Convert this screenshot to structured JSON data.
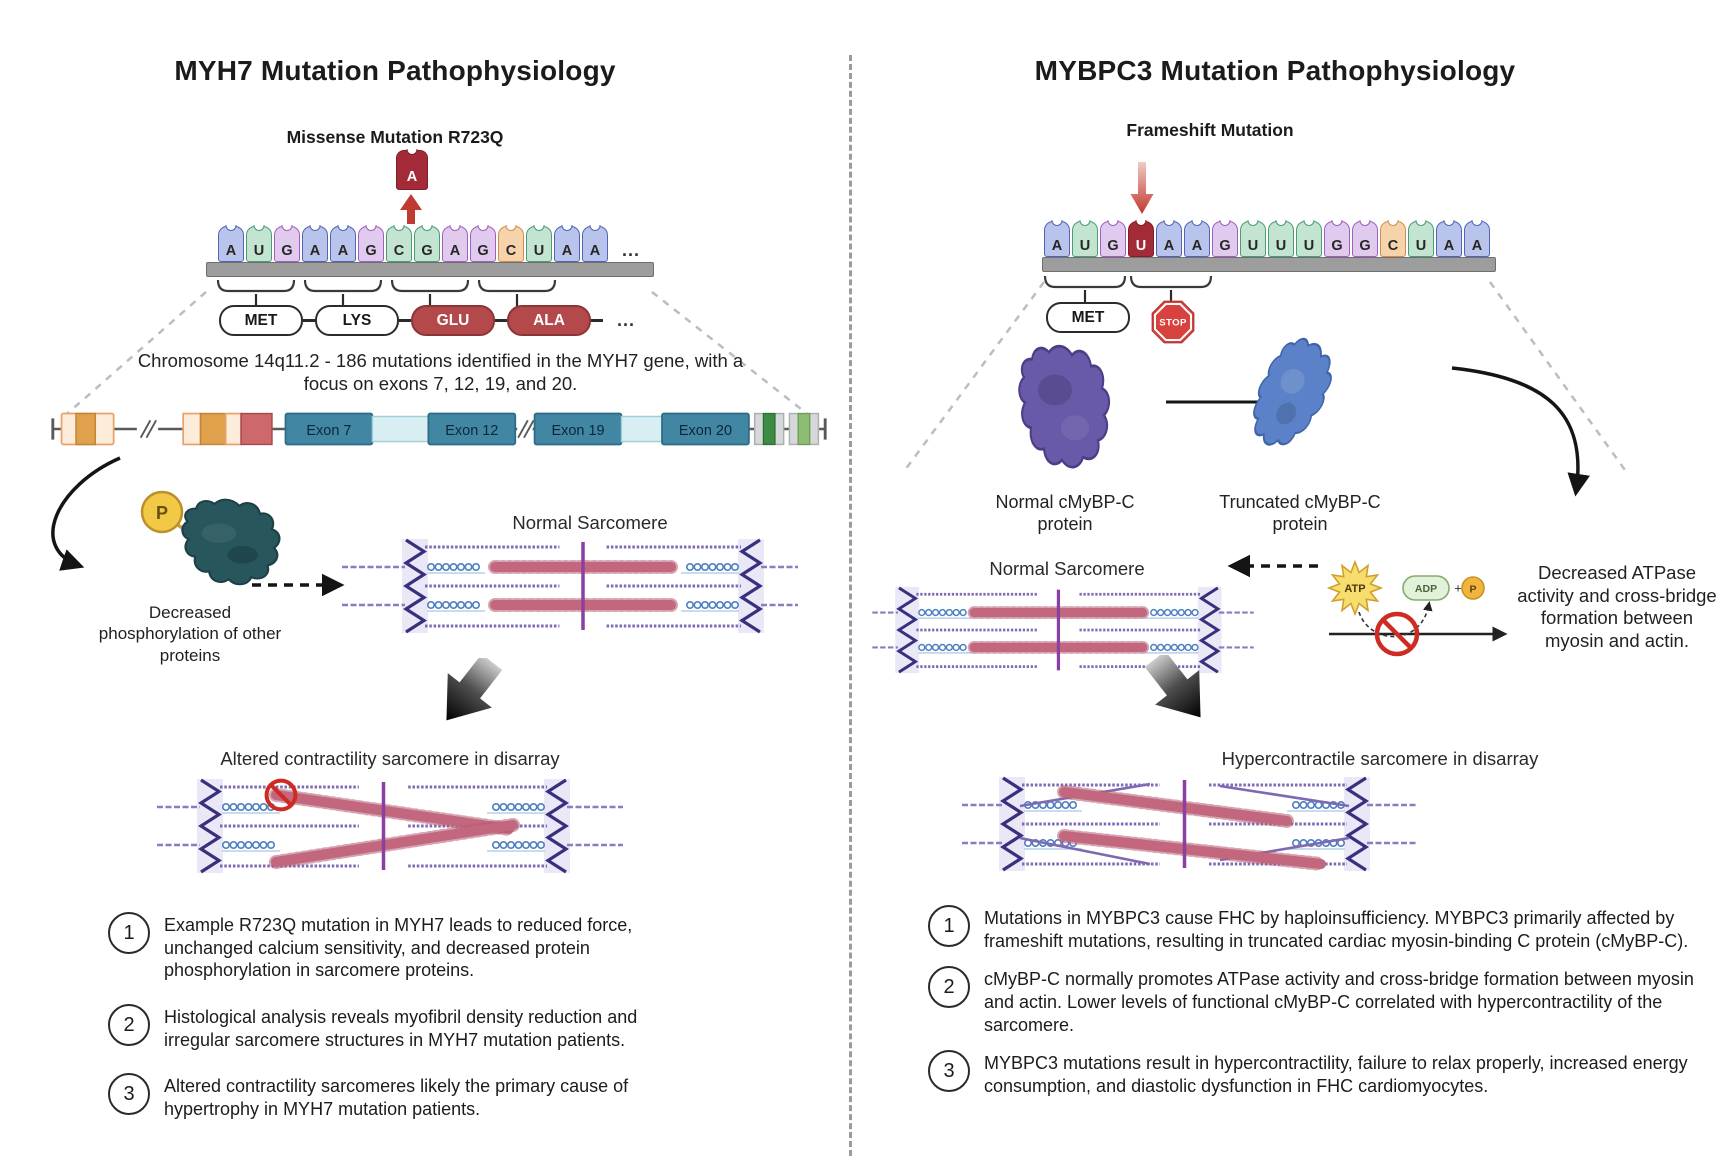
{
  "left": {
    "title": "MYH7 Mutation Pathophysiology",
    "subtitle": "Missense Mutation R723Q",
    "inserted_base": "A",
    "sequence": [
      {
        "base": "A",
        "color": "blue"
      },
      {
        "base": "U",
        "color": "green"
      },
      {
        "base": "G",
        "color": "purple"
      },
      {
        "base": "A",
        "color": "blue"
      },
      {
        "base": "A",
        "color": "blue"
      },
      {
        "base": "G",
        "color": "purple"
      },
      {
        "base": "C",
        "color": "green"
      },
      {
        "base": "G",
        "color": "green"
      },
      {
        "base": "A",
        "color": "purple"
      },
      {
        "base": "G",
        "color": "purple"
      },
      {
        "base": "C",
        "color": "orange"
      },
      {
        "base": "U",
        "color": "green"
      },
      {
        "base": "A",
        "color": "blue"
      },
      {
        "base": "A",
        "color": "blue"
      }
    ],
    "sequence_ellipsis": "...",
    "codons": [
      {
        "label": "MET",
        "mutant": false
      },
      {
        "label": "LYS",
        "mutant": false
      },
      {
        "label": "GLU",
        "mutant": true
      },
      {
        "label": "ALA",
        "mutant": true
      }
    ],
    "codon_ellipsis": "...",
    "chromosome_caption": "Chromosome 14q11.2 - 186 mutations identified in the MYH7 gene, with a focus on exons 7, 12, 19, and 20.",
    "exon_labels": [
      "Exon 7",
      "Exon 12",
      "Exon 19",
      "Exon 20"
    ],
    "phosphate_label": "P",
    "phospho_caption": "Decreased phosphorylation of other proteins",
    "normal_sarcomere_label": "Normal Sarcomere",
    "disarray_label": "Altered contractility sarcomere in disarray",
    "notes": [
      {
        "number": "1",
        "text": "Example R723Q mutation in MYH7 leads to reduced force, unchanged calcium sensitivity, and decreased protein phosphorylation in sarcomere proteins."
      },
      {
        "number": "2",
        "text": "Histological analysis reveals myofibril density reduction and irregular sarcomere structures in MYH7 mutation patients."
      },
      {
        "number": "3",
        "text": "Altered contractility sarcomeres likely the primary cause of hypertrophy in MYH7 mutation patients."
      }
    ]
  },
  "right": {
    "title": "MYBPC3 Mutation Pathophysiology",
    "subtitle": "Frameshift Mutation",
    "sequence": [
      {
        "base": "A",
        "color": "blue"
      },
      {
        "base": "U",
        "color": "green"
      },
      {
        "base": "G",
        "color": "purple"
      },
      {
        "base": "U",
        "color": "red"
      },
      {
        "base": "A",
        "color": "blue"
      },
      {
        "base": "A",
        "color": "blue"
      },
      {
        "base": "G",
        "color": "purple"
      },
      {
        "base": "U",
        "color": "green"
      },
      {
        "base": "U",
        "color": "green"
      },
      {
        "base": "U",
        "color": "green"
      },
      {
        "base": "G",
        "color": "purple"
      },
      {
        "base": "G",
        "color": "purple"
      },
      {
        "base": "C",
        "color": "orange"
      },
      {
        "base": "U",
        "color": "green"
      },
      {
        "base": "A",
        "color": "blue"
      },
      {
        "base": "A",
        "color": "blue"
      }
    ],
    "codons": [
      {
        "label": "MET",
        "mutant": false
      }
    ],
    "stop_label": "STOP",
    "normal_protein_label": "Normal cMyBP-C protein",
    "truncated_protein_label": "Truncated cMyBP-C protein",
    "normal_sarcomere_label": "Normal Sarcomere",
    "atp_label": "ATP",
    "adp_label": "ADP",
    "plus_sign": "+",
    "p_label": "P",
    "atpase_caption": "Decreased ATPase activity and cross-bridge formation between myosin and actin.",
    "disarray_label": "Hypercontractile sarcomere in disarray",
    "notes": [
      {
        "number": "1",
        "text": "Mutations in MYBPC3 cause FHC by haploinsufficiency. MYBPC3 primarily affected by frameshift mutations, resulting in truncated cardiac myosin-binding C protein (cMyBP-C)."
      },
      {
        "number": "2",
        "text": "cMyBP-C normally promotes ATPase activity and cross-bridge formation between myosin and actin. Lower levels of functional cMyBP-C correlated with hypercontractility of the sarcomere."
      },
      {
        "number": "3",
        "text": "MYBPC3 mutations result in hypercontractility, failure to relax properly, increased energy consumption, and diastolic dysfunction in FHC cardiomyocytes."
      }
    ]
  },
  "nucleotide_colors": {
    "blue": {
      "fill": "#b9c4ec",
      "border": "#5264b6"
    },
    "green": {
      "fill": "#c2e4d0",
      "border": "#4a9c74"
    },
    "purple": {
      "fill": "#e0cbee",
      "border": "#a05fc0"
    },
    "orange": {
      "fill": "#f6d3ab",
      "border": "#d08c4f"
    },
    "red": {
      "fill": "#a32b38",
      "border": "#7c1f2b"
    }
  },
  "accent_colors": {
    "mutation_red": "#bf3a31",
    "codon_mutant": "#b4494b",
    "exon_teal": "#4187a4",
    "phosphate_yellow": "#f2c847",
    "protein_teal": "#27565c",
    "protein_purple": "#6a58a8",
    "protein_blue": "#5b82c8",
    "myosin_pink": "#c2677e",
    "zdisc_purple": "#37307c"
  }
}
